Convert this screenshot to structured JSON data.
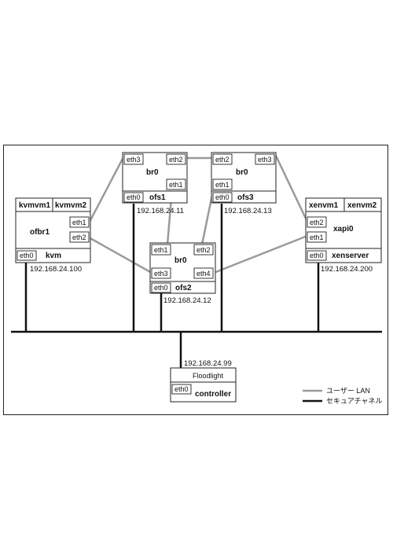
{
  "controller": {
    "app": "Floodlight",
    "port": "eth0",
    "name": "controller",
    "ip": "192.168.24.99"
  },
  "ofs1": {
    "bridge": "br0",
    "port_a": "eth3",
    "port_b": "eth2",
    "port_c": "eth1",
    "mgmt": "eth0",
    "name": "ofs1",
    "ip": "192.168.24.11"
  },
  "ofs3": {
    "bridge": "br0",
    "port_a": "eth2",
    "port_b": "eth3",
    "port_c": "eth1",
    "mgmt": "eth0",
    "name": "ofs3",
    "ip": "192.168.24.13"
  },
  "ofs2": {
    "bridge": "br0",
    "port_a": "eth1",
    "port_b": "eth2",
    "port_c": "eth3",
    "port_d": "eth4",
    "mgmt": "eth0",
    "name": "ofs2",
    "ip": "192.168.24.12"
  },
  "kvm": {
    "vm1": "kvmvm1",
    "vm2": "kvmvm2",
    "bridge": "ofbr1",
    "port_a": "eth1",
    "port_b": "eth2",
    "mgmt": "eth0",
    "name": "kvm",
    "ip": "192.168.24.100"
  },
  "xen": {
    "vm1": "xenvm1",
    "vm2": "xenvm2",
    "bridge": "xapi0",
    "port_a": "eth2",
    "port_b": "eth1",
    "mgmt": "eth0",
    "name": "xenserver",
    "ip": "192.168.24.200"
  },
  "legend": {
    "user_lan": "ユーザー LAN",
    "secure_channel": "セキュアチャネル"
  },
  "colors": {
    "user_lan": "#9a9a9a",
    "secure_channel": "#111111"
  }
}
